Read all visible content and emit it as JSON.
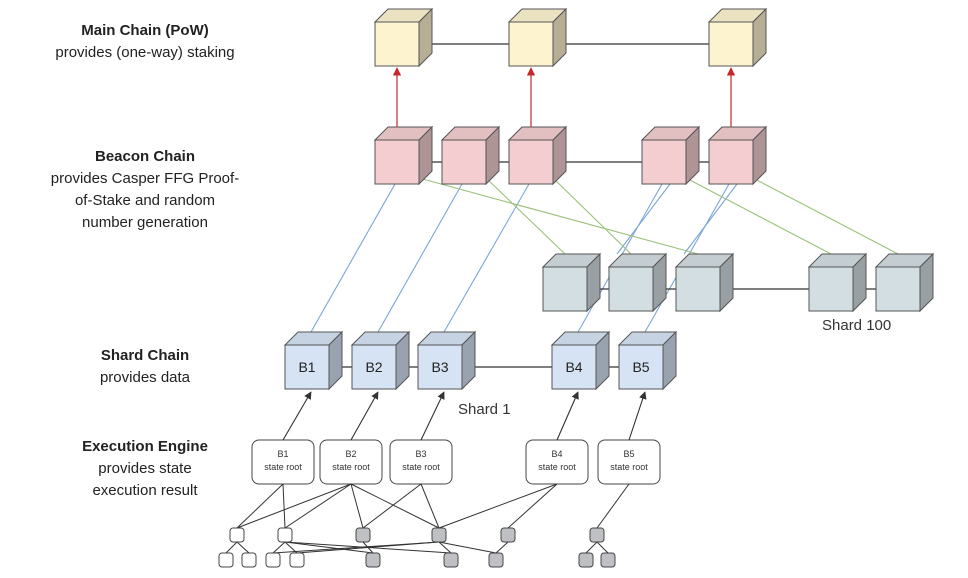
{
  "layers": [
    {
      "title": "Main Chain (PoW)",
      "desc": [
        "provides (one-way) staking"
      ]
    },
    {
      "title": "Beacon Chain",
      "desc": [
        "provides Casper FFG Proof-",
        "of-Stake and random",
        "number generation"
      ]
    },
    {
      "title": "Shard Chain",
      "desc": [
        "provides data"
      ]
    },
    {
      "title": "Execution Engine",
      "desc": [
        "provides state",
        "execution result"
      ]
    }
  ],
  "shard_blocks": [
    "B1",
    "B2",
    "B3",
    "B4",
    "B5"
  ],
  "shard_1_label": "Shard 1",
  "shard_100_label": "Shard 100",
  "state_roots": [
    {
      "block": "B1",
      "label": "state root"
    },
    {
      "block": "B2",
      "label": "state root"
    },
    {
      "block": "B3",
      "label": "state root"
    },
    {
      "block": "B4",
      "label": "state root"
    },
    {
      "block": "B5",
      "label": "state root"
    }
  ],
  "colors": {
    "main_chain": "#fdf3cf",
    "beacon_chain": "#f3cdd0",
    "shard_100": "#d3dee2",
    "shard_1": "#d5e3f4",
    "tree_leaf_white": "#ffffff",
    "tree_leaf_gray": "#bfc0c4",
    "link_red": "#c62828",
    "link_blue": "#7aa5d8",
    "link_green": "#9cc07a"
  }
}
